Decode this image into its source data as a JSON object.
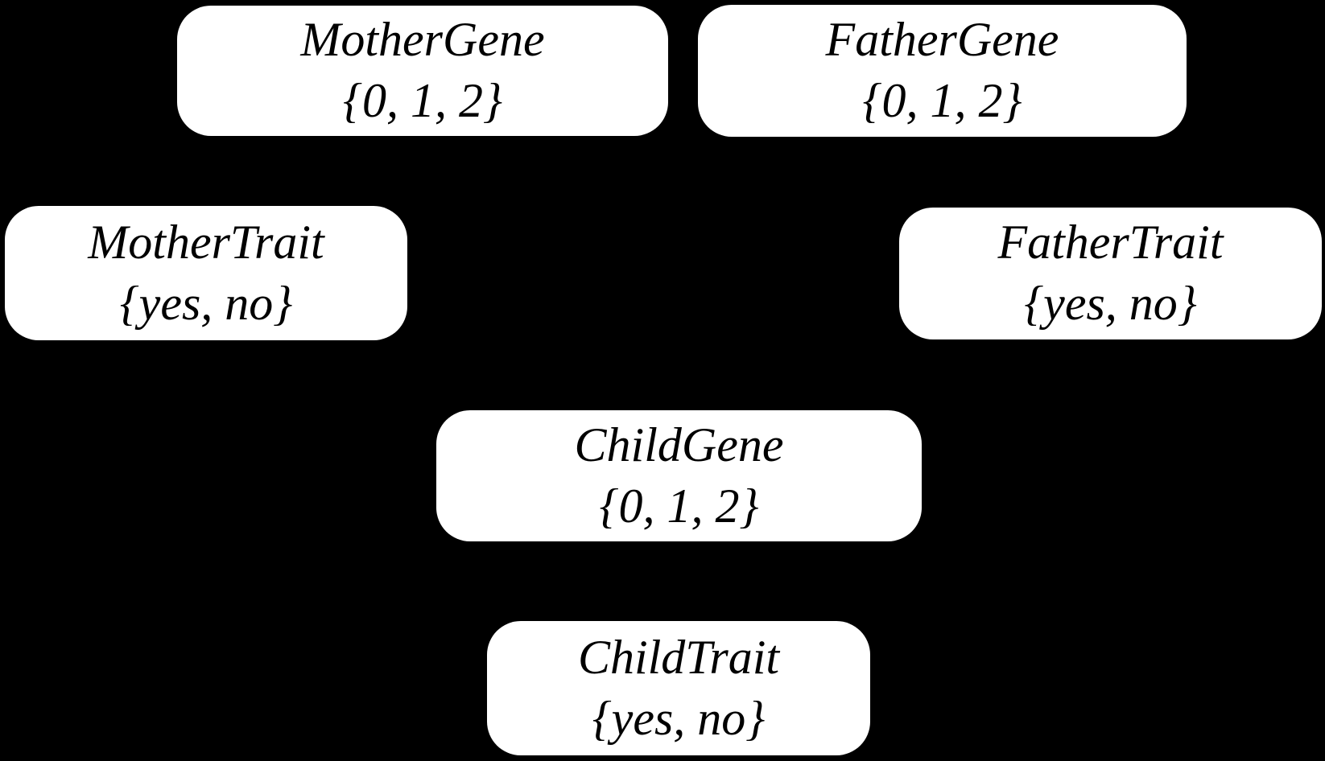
{
  "diagram": {
    "background_color": "#000000",
    "node_fill_color": "#ffffff",
    "node_text_color": "#000000",
    "nodes": [
      {
        "title": "MotherGene",
        "domain": "{0, 1, 2}"
      },
      {
        "title": "FatherGene",
        "domain": "{0, 1, 2}"
      },
      {
        "title": "MotherTrait",
        "domain": "{yes, no}"
      },
      {
        "title": "FatherTrait",
        "domain": "{yes, no}"
      },
      {
        "title": "ChildGene",
        "domain": "{0, 1, 2}"
      },
      {
        "title": "ChildTrait",
        "domain": "{yes, no}"
      }
    ]
  }
}
